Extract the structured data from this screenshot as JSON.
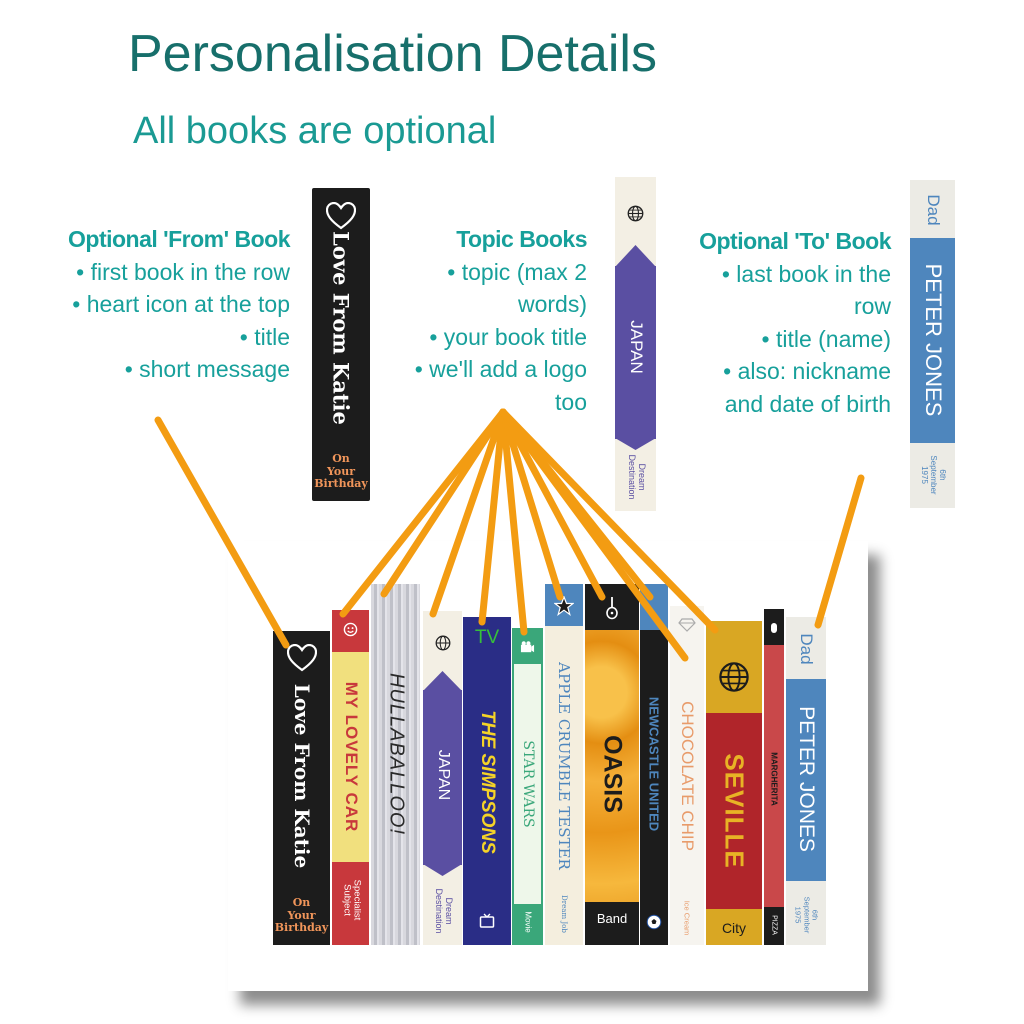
{
  "title": "Personalisation Details",
  "subtitle": "All books are optional",
  "from_section": {
    "heading": "Optional 'From' Book",
    "lines": [
      "• first book in the row",
      "• heart icon at the top",
      "• title",
      "• short message"
    ]
  },
  "topic_section": {
    "heading": "Topic Books",
    "lines": [
      "• topic (max 2",
      "words)",
      "• your book title",
      "• we'll add a logo",
      "too"
    ]
  },
  "to_section": {
    "heading": "Optional 'To' Book",
    "lines": [
      "• last book in the",
      "row",
      "• title (name)",
      "• also: nickname",
      "and date of birth"
    ]
  },
  "sample_spines": {
    "from": {
      "title": "Love From Katie",
      "message_1": "On",
      "message_2": "Your",
      "message_3": "Birthday",
      "icon": "heart-icon"
    },
    "topic": {
      "title": "JAPAN",
      "topic_1": "Dream",
      "topic_2": "Destination",
      "icon": "globe-icon"
    },
    "to": {
      "nickname": "Dad",
      "title": "PETER JONES",
      "dob_1": "6th",
      "dob_2": "September",
      "dob_3": "1975"
    }
  },
  "shelf": [
    {
      "title": "Love From Katie",
      "sub_1": "On",
      "sub_2": "Your",
      "sub_3": "Birthday",
      "icon": "heart-icon",
      "color": "#1c1c1c"
    },
    {
      "title": "MY LOVELY CAR",
      "sub_1": "Specialist",
      "sub_2": "Subject",
      "icon": "smiley-icon",
      "color": "#c8383c"
    },
    {
      "title": "HULLABALLOO!",
      "color": "#c9c9cf"
    },
    {
      "title": "JAPAN",
      "sub_1": "Dream",
      "sub_2": "Destination",
      "icon": "globe-icon",
      "color": "#5a4fa2"
    },
    {
      "title": "THE SIMPSONS",
      "top": "TV",
      "icon": "tv-icon",
      "color": "#2a2d86"
    },
    {
      "title": "STAR WARS",
      "sub_1": "Movie",
      "icon": "camera-icon",
      "color": "#3aa77a"
    },
    {
      "title": "APPLE CRUMBLE TESTER",
      "sub_1": "Dream Job",
      "icon": "star-icon",
      "color": "#f4eede"
    },
    {
      "title": "OASIS",
      "sub_1": "Band",
      "icon": "guitar-icon",
      "color": "#f2a61d"
    },
    {
      "title": "NEWCASTLE UNITED",
      "icon": "football-icon",
      "color": "#1c1c1c"
    },
    {
      "title": "CHOCOLATE CHIP",
      "sub_1": "Ice Cream",
      "icon": "diamond-icon",
      "color": "#f6f4ef"
    },
    {
      "title": "SEVILLE",
      "sub_1": "City",
      "icon": "globe-icon",
      "color": "#b0252a"
    },
    {
      "title": "MARGHERITA",
      "sub_1": "PIZZA",
      "color": "#c9484a"
    },
    {
      "title": "PETER JONES",
      "top": "Dad",
      "sub_1": "6th",
      "sub_2": "September",
      "sub_3": "1975",
      "color": "#4e86bd"
    }
  ],
  "colors": {
    "title": "#176f6b",
    "text": "#17a09b",
    "connector": "#f39c12"
  }
}
